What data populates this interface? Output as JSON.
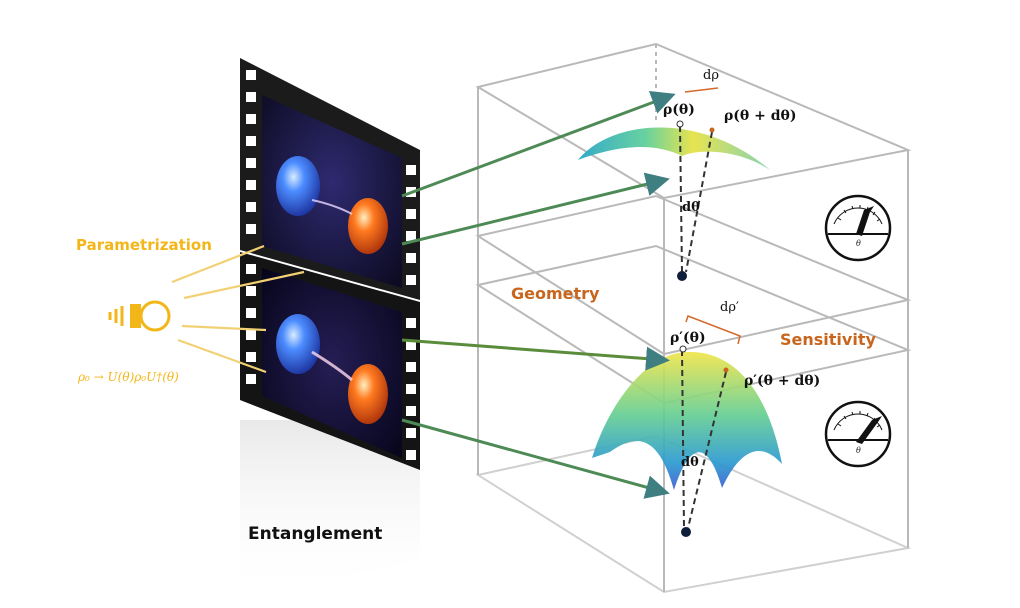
{
  "labels": {
    "parametrization": "Parametrization",
    "transform": "ρ₀ → U(θ)ρ₀U†(θ)",
    "entanglement": "Entanglement",
    "geometry": "Geometry",
    "sensitivity": "Sensitivity"
  },
  "math": {
    "rho_top": "ρ(θ)",
    "rho_top_shift": "ρ(θ + dθ)",
    "drho_top": "dρ",
    "dtheta_top": "dθ",
    "rho_bottom": "ρ′(θ)",
    "rho_bottom_shift": "ρ′(θ + dθ)",
    "drho_bottom": "dρ′",
    "dtheta_bottom": "dθ"
  },
  "dial_label": "θ",
  "icons": [
    "light-bulb-icon",
    "gauge-meter-icon"
  ],
  "colors": {
    "accent_yellow": "#f2b619",
    "accent_orange": "#c8661e",
    "arrow_green": "#5a8c3c",
    "arrow_teal": "#2f7f8a",
    "box_gray": "#b7b7b7"
  }
}
